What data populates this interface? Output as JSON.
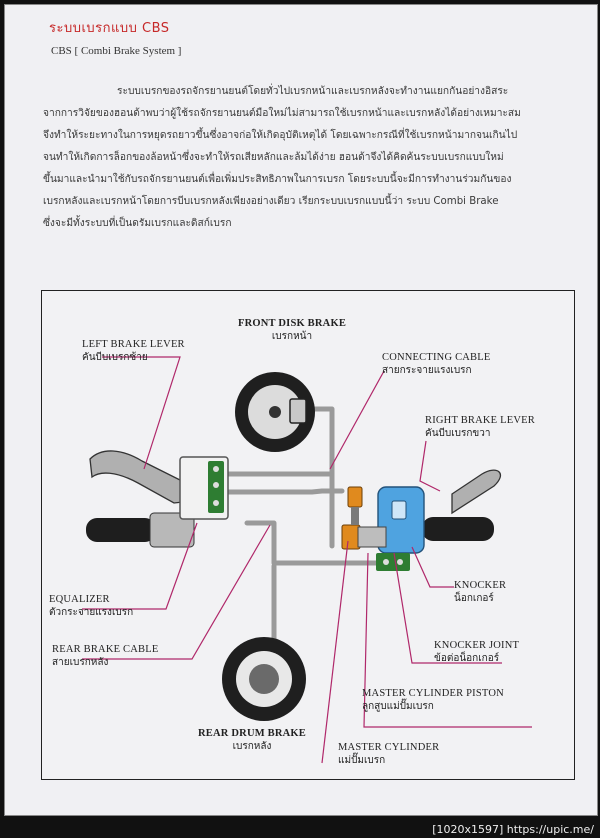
{
  "page": {
    "heading": "ระบบเบรกแบบ CBS",
    "subheading": "CBS [ Combi Brake System ]",
    "paragraph_lines": [
      "ระบบเบรกของรถจักรยานยนต์โดยทั่วไปเบรกหน้าและเบรกหลังจะทำงานแยกกันอย่างอิสระ",
      "จากการวิจัยของฮอนด้าพบว่าผู้ใช้รถจักรยานยนต์มือใหม่ไม่สามารถใช้เบรกหน้าและเบรกหลังได้อย่างเหมาะสม",
      "จึงทำให้ระยะทางในการหยุดรถยาวขึ้นซึ่งอาจก่อให้เกิดอุบัติเหตุได้ โดยเฉพาะกรณีที่ใช้เบรกหน้ามากจนเกินไป",
      "จนทำให้เกิดการล็อกของล้อหน้าซึ่งจะทำให้รถเสียหลักและล้มได้ง่าย ฮอนด้าจึงได้คิดค้นระบบเบรกแบบใหม่",
      "ขึ้นมาและนำมาใช้กับรถจักรยานยนต์เพื่อเพิ่มประสิทธิภาพในการเบรก โดยระบบนี้จะมีการทำงานร่วมกันของ",
      "เบรกหลังและเบรกหน้าโดยการบีบเบรกหลังเพียงอย่างเดียว   เรียกระบบเบรกแบบนี้ว่า   ระบบ Combi Brake",
      "ซึ่งจะมีทั้งระบบที่เป็นดรัมเบรกและดิสก์เบรก"
    ]
  },
  "diagram": {
    "front_disk_brake": {
      "en": "FRONT DISK BRAKE",
      "th": "เบรกหน้า"
    },
    "left_brake_lever": {
      "en": "LEFT BRAKE LEVER",
      "th": "คันบีบเบรกซ้าย"
    },
    "connecting_cable": {
      "en": "CONNECTING CABLE",
      "th": "สายกระจายแรงเบรก"
    },
    "right_brake_lever": {
      "en": "RIGHT BRAKE LEVER",
      "th": "คันบีบเบรกขวา"
    },
    "equalizer": {
      "en": "EQUALIZER",
      "th": "ตัวกระจายแรงเบรก"
    },
    "knocker": {
      "en": "KNOCKER",
      "th": "น็อกเกอร์"
    },
    "rear_brake_cable": {
      "en": "REAR BRAKE CABLE",
      "th": "สายเบรกหลัง"
    },
    "knocker_joint": {
      "en": "KNOCKER JOINT",
      "th": "ข้อต่อน็อกเกอร์"
    },
    "master_cylinder_piston": {
      "en": "MASTER CYLINDER  PISTON",
      "th": "ลูกสูบแม่ปั๊มเบรก"
    },
    "rear_drum_brake": {
      "en": "REAR DRUM BRAKE",
      "th": "เบรกหลัง"
    },
    "master_cylinder": {
      "en": "MASTER CYLINDER",
      "th": "แม่ปั๊มเบรก"
    },
    "colors": {
      "leader_line": "#b0286a",
      "equalizer_green": "#2e7d32",
      "master_cylinder_blue": "#4fa3e0",
      "reservoir_orange": "#e08a1e",
      "cable_gray": "#9a9a9a"
    }
  },
  "watermark": "[1020x1597] https://upic.me/"
}
